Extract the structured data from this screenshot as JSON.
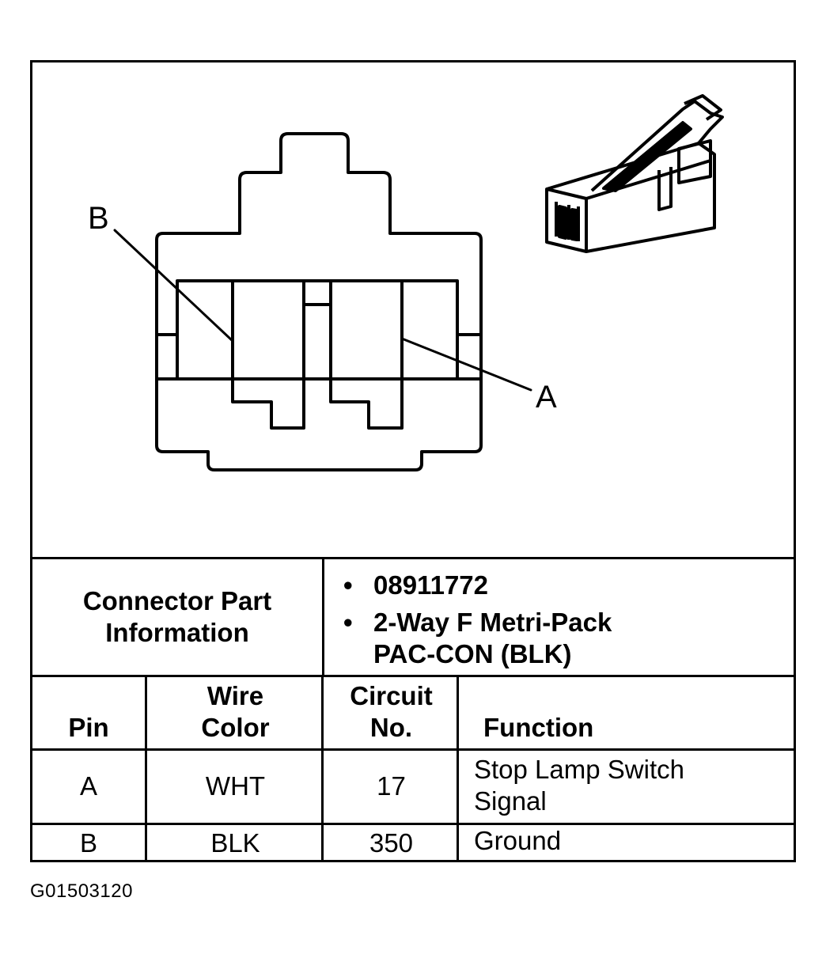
{
  "diagram": {
    "label_a": "A",
    "label_b": "B"
  },
  "connector_info": {
    "label_line1": "Connector Part",
    "label_line2": "Information",
    "items": [
      {
        "bullet": "•",
        "text": "08911772"
      },
      {
        "bullet": "•",
        "text": "2-Way F Metri-Pack"
      },
      {
        "bullet": "",
        "text": "PAC-CON (BLK)"
      }
    ]
  },
  "pin_table": {
    "headers": {
      "pin": "Pin",
      "wire_line1": "Wire",
      "wire_line2": "Color",
      "circuit_line1": "Circuit",
      "circuit_line2": "No.",
      "function": "Function"
    },
    "rows": [
      {
        "pin": "A",
        "wire_color": "WHT",
        "circuit": "17",
        "function_line1": "Stop Lamp Switch",
        "function_line2": "Signal"
      },
      {
        "pin": "B",
        "wire_color": "BLK",
        "circuit": "350",
        "function_line1": "Ground",
        "function_line2": ""
      }
    ]
  },
  "figure_id": "G01503120"
}
